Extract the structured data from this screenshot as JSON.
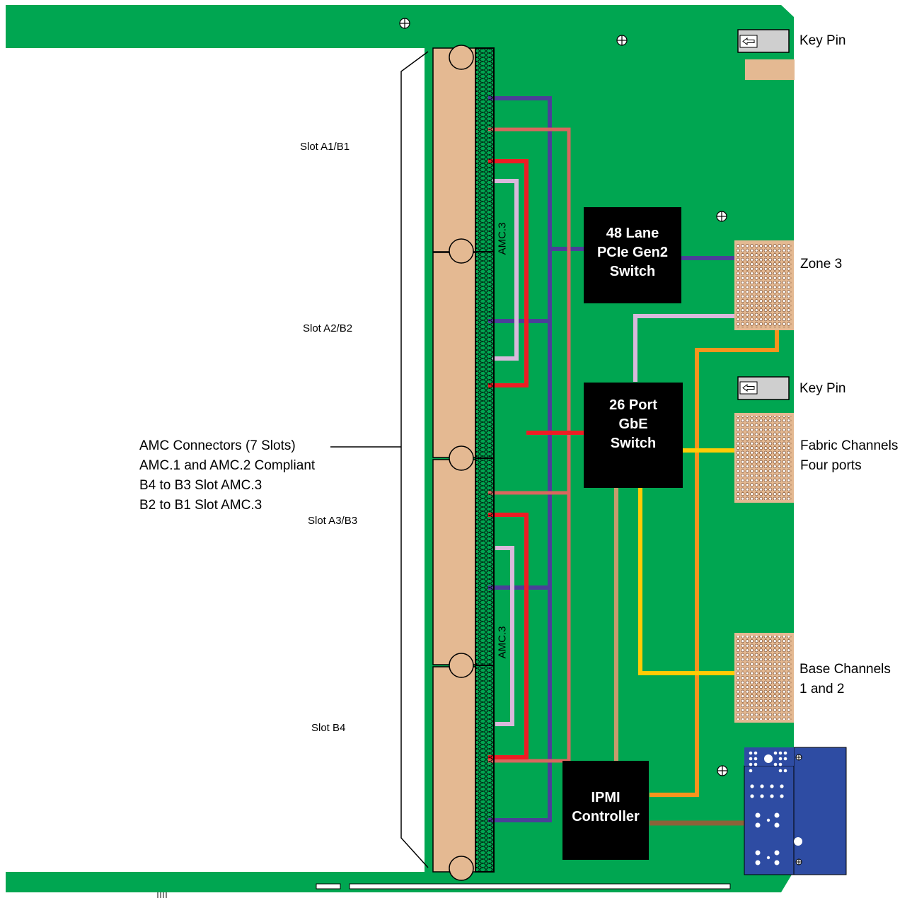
{
  "diagram": {
    "chips": {
      "pcie_switch": {
        "line1": "48 Lane",
        "line2": "PCIe Gen2",
        "line3": "Switch"
      },
      "gbe_switch": {
        "line1": "26 Port",
        "line2": "GbE",
        "line3": "Switch"
      },
      "ipmi": {
        "line1": "IPMI",
        "line2": "Controller"
      }
    },
    "slots": [
      "Slot A1/B1",
      "Slot A2/B2",
      "Slot A3/B3",
      "Slot B4"
    ],
    "amc_label_top": "AMC.3",
    "amc_label_bottom": "AMC.3",
    "left_callout": [
      "AMC Connectors (7 Slots)",
      "AMC.1 and AMC.2 Compliant",
      "B4 to B3 Slot AMC.3",
      "B2 to B1 Slot AMC.3"
    ],
    "right_labels": {
      "key_pin_top": "Key Pin",
      "zone3": "Zone 3",
      "key_pin_mid": "Key Pin",
      "fabric_line1": "Fabric Channels",
      "fabric_line2": "Four ports",
      "base_line1": "Base Channels",
      "base_line2": "1 and 2"
    },
    "colors": {
      "board": "#00a651",
      "connector": "#e4b992",
      "chip": "#000000",
      "trace_blue": "#4b3f99",
      "trace_salmon": "#d9675e",
      "trace_red": "#ee1c24",
      "trace_lilac": "#d9b9dc",
      "trace_orange": "#f7941d",
      "trace_yellow": "#ffcb05",
      "trace_tan": "#c69c6d",
      "trace_brown": "#8c6239",
      "rtm_blue": "#2e4ca3"
    }
  }
}
